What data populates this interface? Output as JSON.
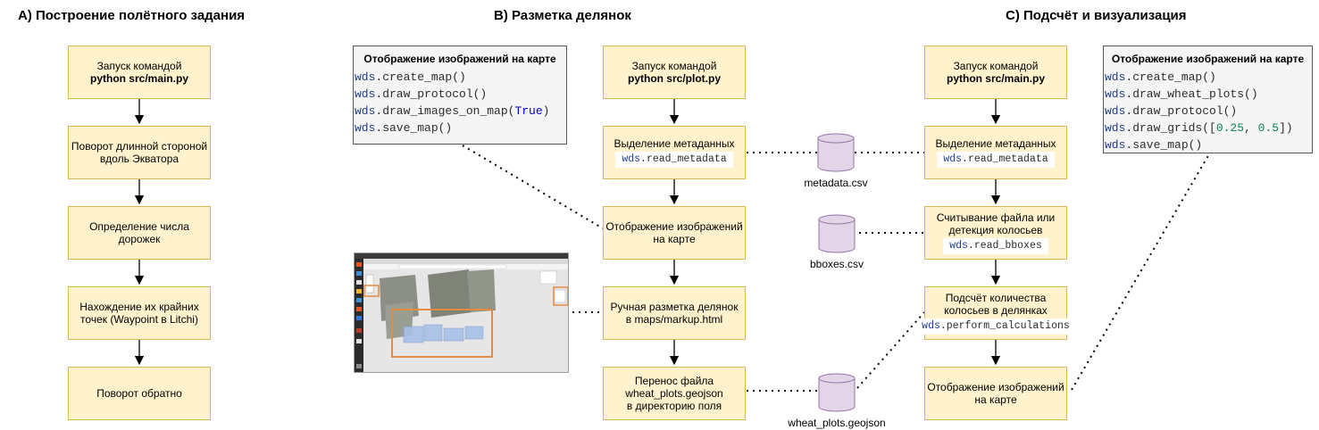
{
  "titles": {
    "a": "A) Построение полётного задания",
    "b": "B) Разметка делянок",
    "c": "C) Подсчёт и визуализация"
  },
  "column_a": {
    "box1_line1": "Запуск командой",
    "box1_line2": "python src/main.py",
    "box2_line1": "Поворот длинной стороной",
    "box2_line2": "вдоль Экватора",
    "box3_line1": "Определение числа",
    "box3_line2": "дорожек",
    "box4_line1": "Нахождение их крайних",
    "box4_line2": "точек (Waypoint в Litchi)",
    "box5_line1": "Поворот обратно"
  },
  "column_b": {
    "box1_line1": "Запуск командой",
    "box1_line2": "python src/plot.py",
    "box2_line1": "Выделение метаданных",
    "box2_code_obj": "wds",
    "box2_code_fn": ".read_metadata",
    "box3_line1": "Отображение изображений",
    "box3_line2": "на карте",
    "box4_line1": "Ручная разметка делянок",
    "box4_line2": "в maps/markup.html",
    "box5_line1": "Перенос файла",
    "box5_line2": "wheat_plots.geojson",
    "box5_line3": "в директорию поля"
  },
  "column_c": {
    "box1_line1": "Запуск командой",
    "box1_line2": "python src/main.py",
    "box2_line1": "Выделение метаданных",
    "box2_code_obj": "wds",
    "box2_code_fn": ".read_metadata",
    "box3_line1": "Считывание файла или",
    "box3_line2": "детекция колосьев",
    "box3_code_obj": "wds",
    "box3_code_fn": ".read_bboxes",
    "box4_line1": "Подсчёт количества",
    "box4_line2": "колосьев в делянках",
    "box4_code_obj": "wds",
    "box4_code_fn": ".perform_calculations",
    "box5_line1": "Отображение изображений",
    "box5_line2": "на карте"
  },
  "code_b": {
    "title": "Отображение изображений на карте",
    "obj": "wds",
    "l1_fn": ".create_map()",
    "l2_fn": ".draw_protocol()",
    "l3_fn": ".draw_images_on_map(",
    "l3_arg": "True",
    "l3_end": ")",
    "l4_fn": ".save_map()"
  },
  "code_c": {
    "title": "Отображение изображений на карте",
    "obj": "wds",
    "l1_fn": ".create_map()",
    "l2_fn": ".draw_wheat_plots()",
    "l3_fn": ".draw_protocol()",
    "l4_fn": ".draw_grids([",
    "l4_a": "0.25",
    "l4_sep": ", ",
    "l4_b": "0.5",
    "l4_end": "])",
    "l5_fn": ".save_map()"
  },
  "databases": {
    "db1": "metadata.csv",
    "db2": "bboxes.csv",
    "db3": "wheat_plots.geojson"
  },
  "colors": {
    "box_fill": "#fff2cc",
    "box_stroke": "#d6b656",
    "db_fill": "#e1d5e7",
    "db_stroke": "#9673a6",
    "highlight": "#e88a3c"
  }
}
